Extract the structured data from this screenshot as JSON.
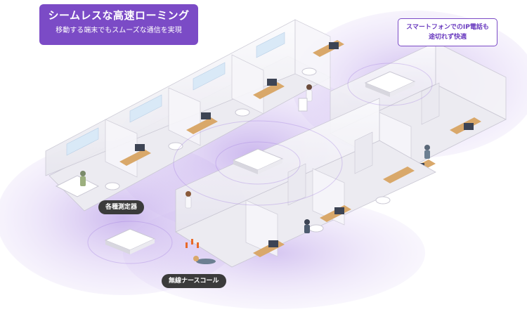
{
  "headline": {
    "title": "シームレスな高速ローミング",
    "subtitle": "移動する端末でもスムーズな通信を実現"
  },
  "callout": {
    "line1": "スマートフォンでのIP電話も",
    "line2": "途切れず快適"
  },
  "labels": {
    "measuring_devices": "各種測定器",
    "nurse_call": "無線ナースコール"
  },
  "colors": {
    "accent": "#7b4bc6",
    "coverage": "#a27ee0",
    "wall": "#f4f3f7",
    "floor": "#e9e8ee",
    "furniture": "#d9a86a"
  }
}
